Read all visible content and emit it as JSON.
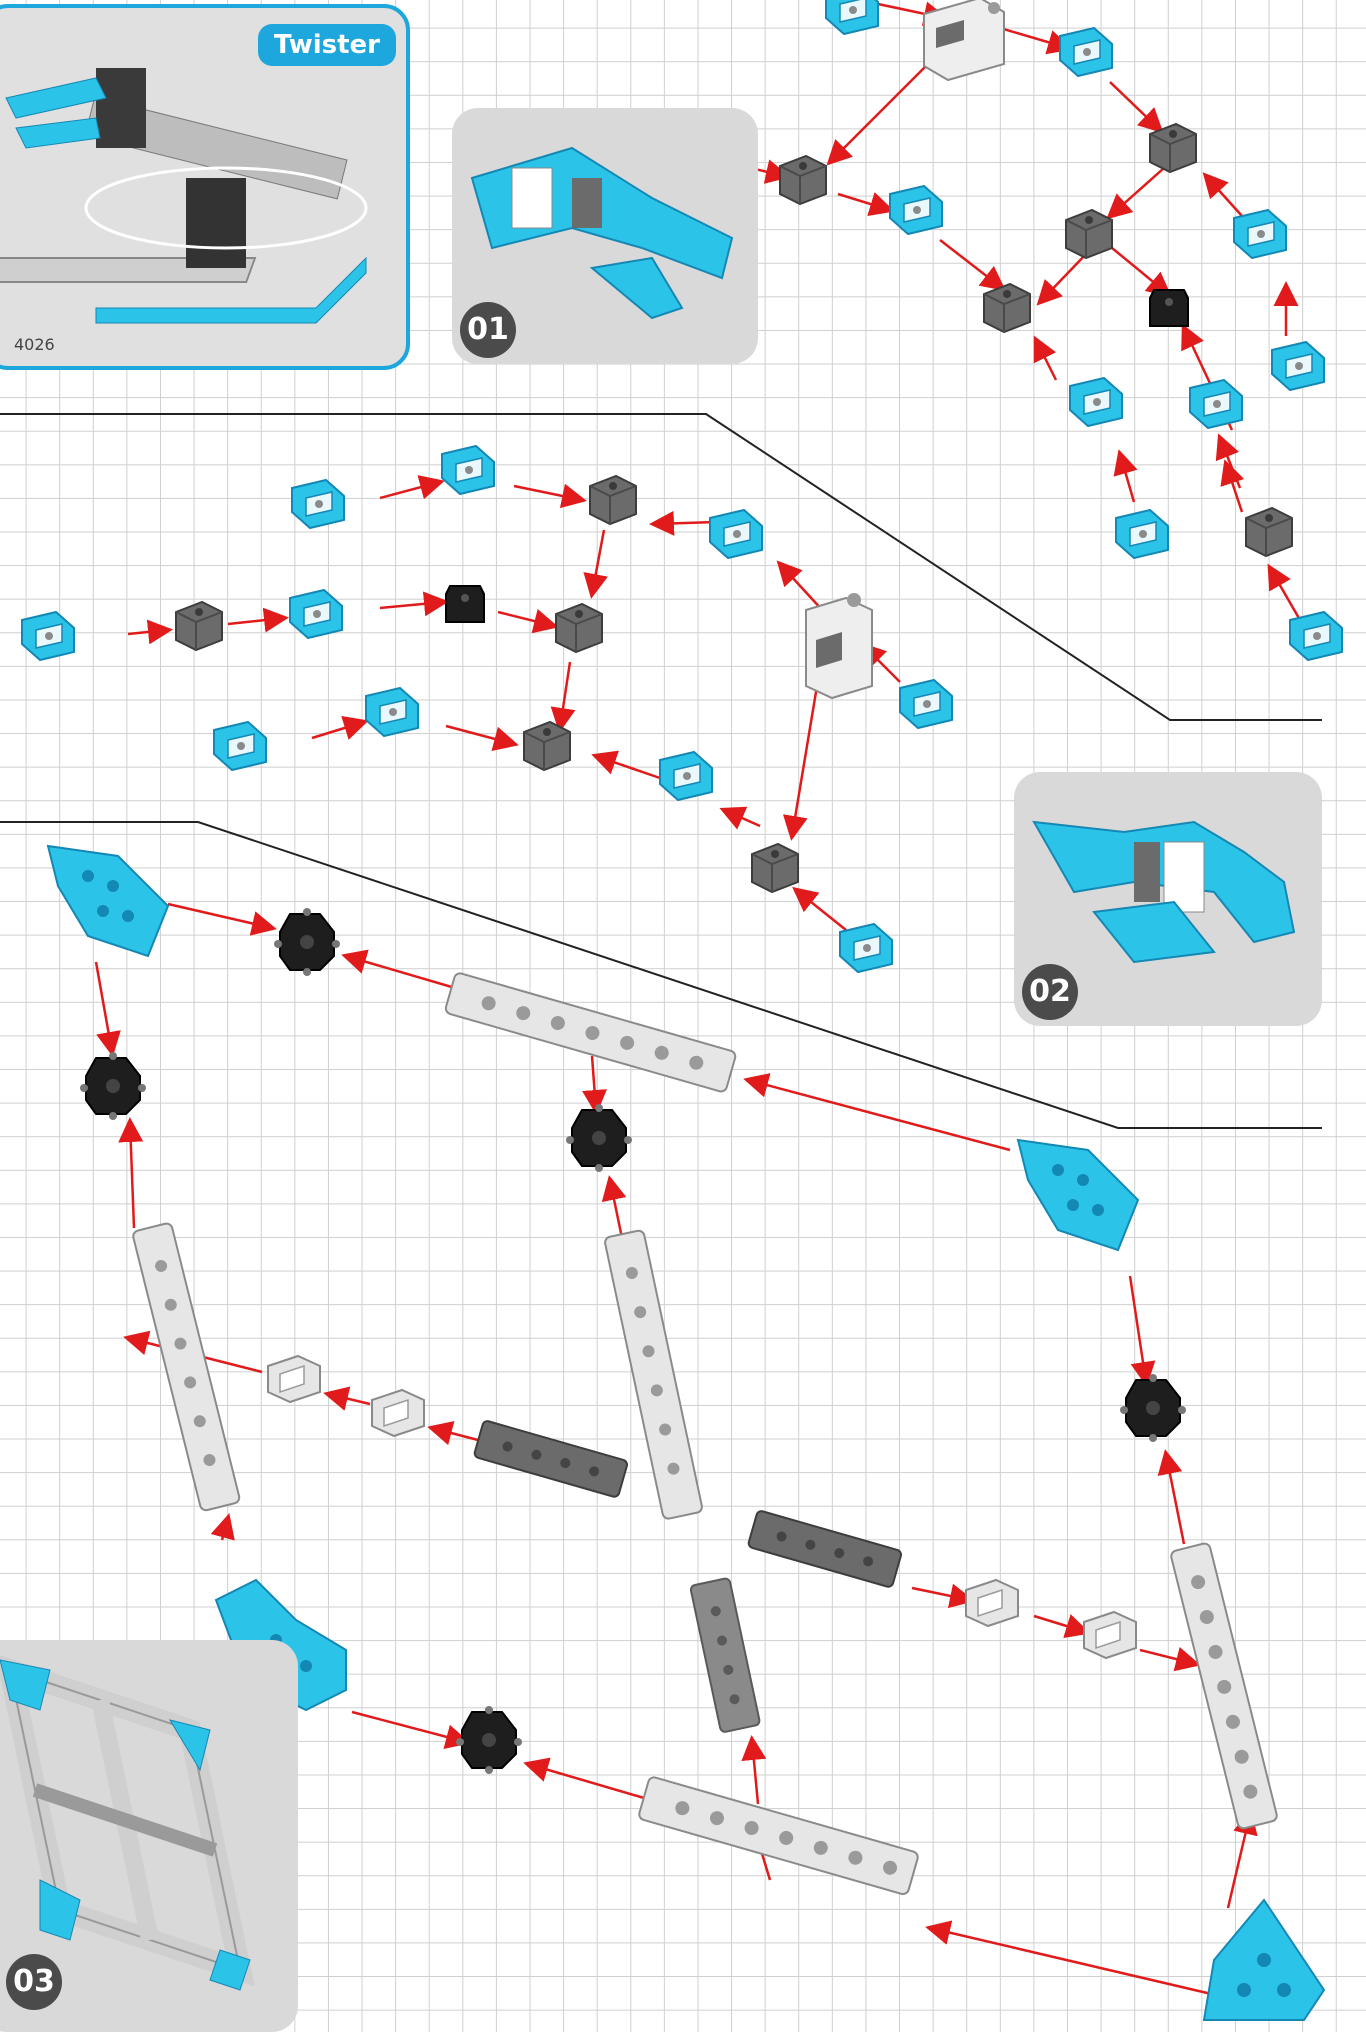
{
  "cover": {
    "title": "Twister",
    "code": "4026"
  },
  "steps": [
    {
      "number": "01"
    },
    {
      "number": "02"
    },
    {
      "number": "03"
    }
  ],
  "colors": {
    "accent": "#1ea7dc",
    "arrow": "#e11b1b",
    "part_blue": "#2cc3e8",
    "part_gray": "#6b6b6b",
    "part_white": "#e6e6e6",
    "part_black": "#1e1e1e"
  }
}
